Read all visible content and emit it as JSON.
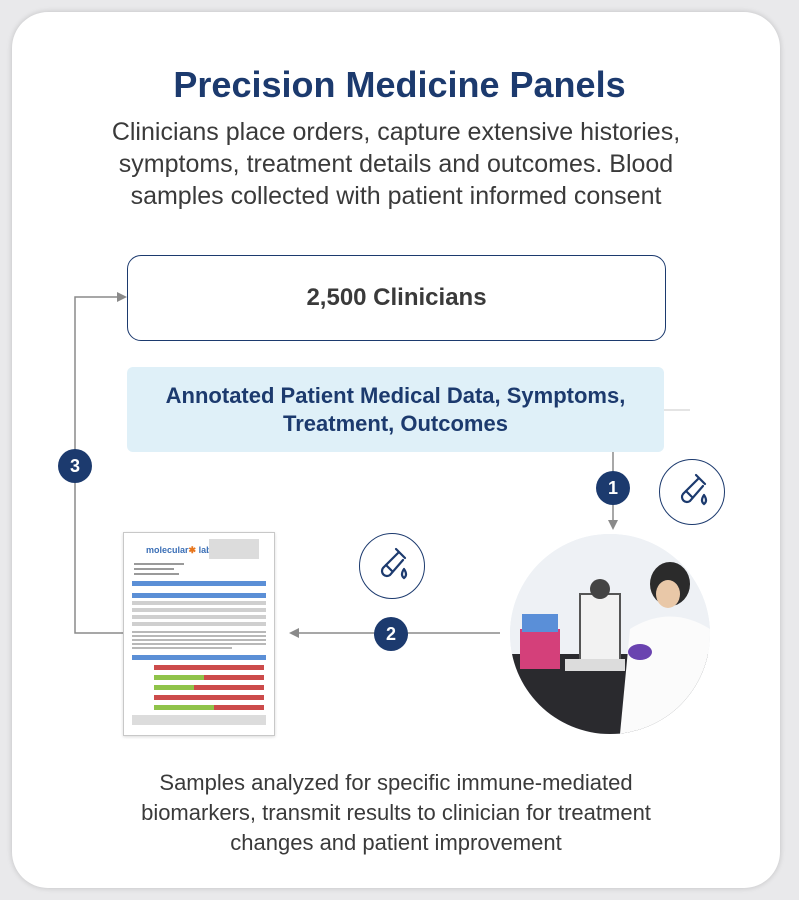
{
  "title": "Precision Medicine Panels",
  "subtitle": "Clinicians place orders, capture extensive histories, symptoms, treatment details and outcomes. Blood samples collected with patient informed consent",
  "clinicians_box": "2,500 Clinicians",
  "data_box": "Annotated Patient Medical Data, Symptoms, Treatment, Outcomes",
  "steps": [
    "1",
    "2",
    "3"
  ],
  "report": {
    "logo_text": "molecular",
    "logo_suffix": "labs"
  },
  "bottom_text": "Samples analyzed for specific immune-mediated biomarkers, transmit results to clinician for treatment changes and patient improvement",
  "colors": {
    "navy": "#1c3a6e",
    "light_blue": "#dff0f8",
    "arrow_gray": "#8a8a8a"
  },
  "icons": [
    "blood-tube-icon",
    "blood-tube-icon"
  ]
}
